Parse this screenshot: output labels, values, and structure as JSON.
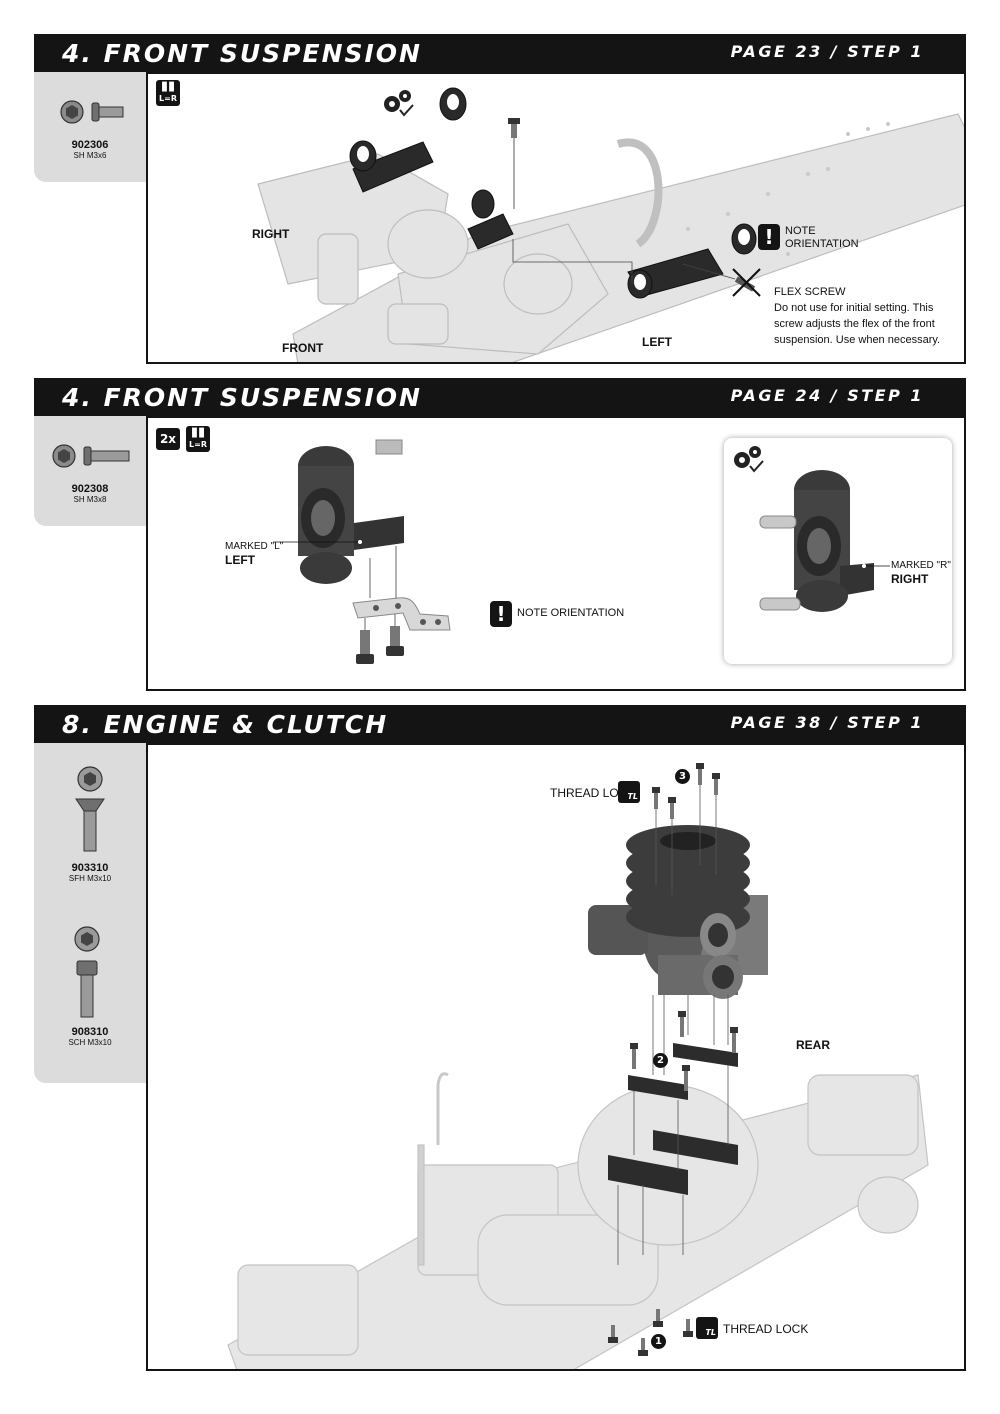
{
  "sections": [
    {
      "title": "4. FRONT SUSPENSION",
      "page_ref": "PAGE 23 / STEP 1",
      "parts": [
        {
          "code": "902306",
          "desc": "SH M3x6"
        }
      ],
      "icons": {
        "lr": "L=R"
      },
      "labels": {
        "right": "RIGHT",
        "front": "FRONT",
        "left": "LEFT",
        "note_line1": "NOTE",
        "note_line2": "ORIENTATION",
        "flex_title": "FLEX SCREW",
        "flex_line1": "Do not use for initial setting. This",
        "flex_line2": "screw adjusts the flex of the front",
        "flex_line3": "suspension. Use when necessary."
      }
    },
    {
      "title": "4. FRONT SUSPENSION",
      "page_ref": "PAGE 24 / STEP 1",
      "parts": [
        {
          "code": "902308",
          "desc": "SH M3x8"
        }
      ],
      "icons": {
        "qty": "2x",
        "lr": "L=R"
      },
      "labels": {
        "marked_l": "MARKED \"L\"",
        "left": "LEFT",
        "note_orientation": "NOTE ORIENTATION",
        "marked_r": "MARKED \"R\"",
        "right": "RIGHT"
      }
    },
    {
      "title": "8. ENGINE & CLUTCH",
      "page_ref": "PAGE 38 / STEP 1",
      "parts": [
        {
          "code": "903310",
          "desc": "SFH M3x10"
        },
        {
          "code": "908310",
          "desc": "SCH M3x10"
        }
      ],
      "labels": {
        "thread_lock_top": "THREAD LOCK",
        "thread_lock_bottom": "THREAD LOCK",
        "rear": "REAR",
        "step1": "1",
        "step2": "2",
        "step3": "3",
        "tl": "TL"
      }
    }
  ],
  "icon_names": [
    "screw-icon",
    "lr-symmetry-icon",
    "gear-check-icon",
    "warning-icon",
    "thread-lock-icon"
  ],
  "colors": {
    "header_bg": "#141414",
    "sidebar_bg": "#dcdcdc",
    "ghost_part": "#c8c8c8",
    "dark_part": "#2a2a2a"
  }
}
